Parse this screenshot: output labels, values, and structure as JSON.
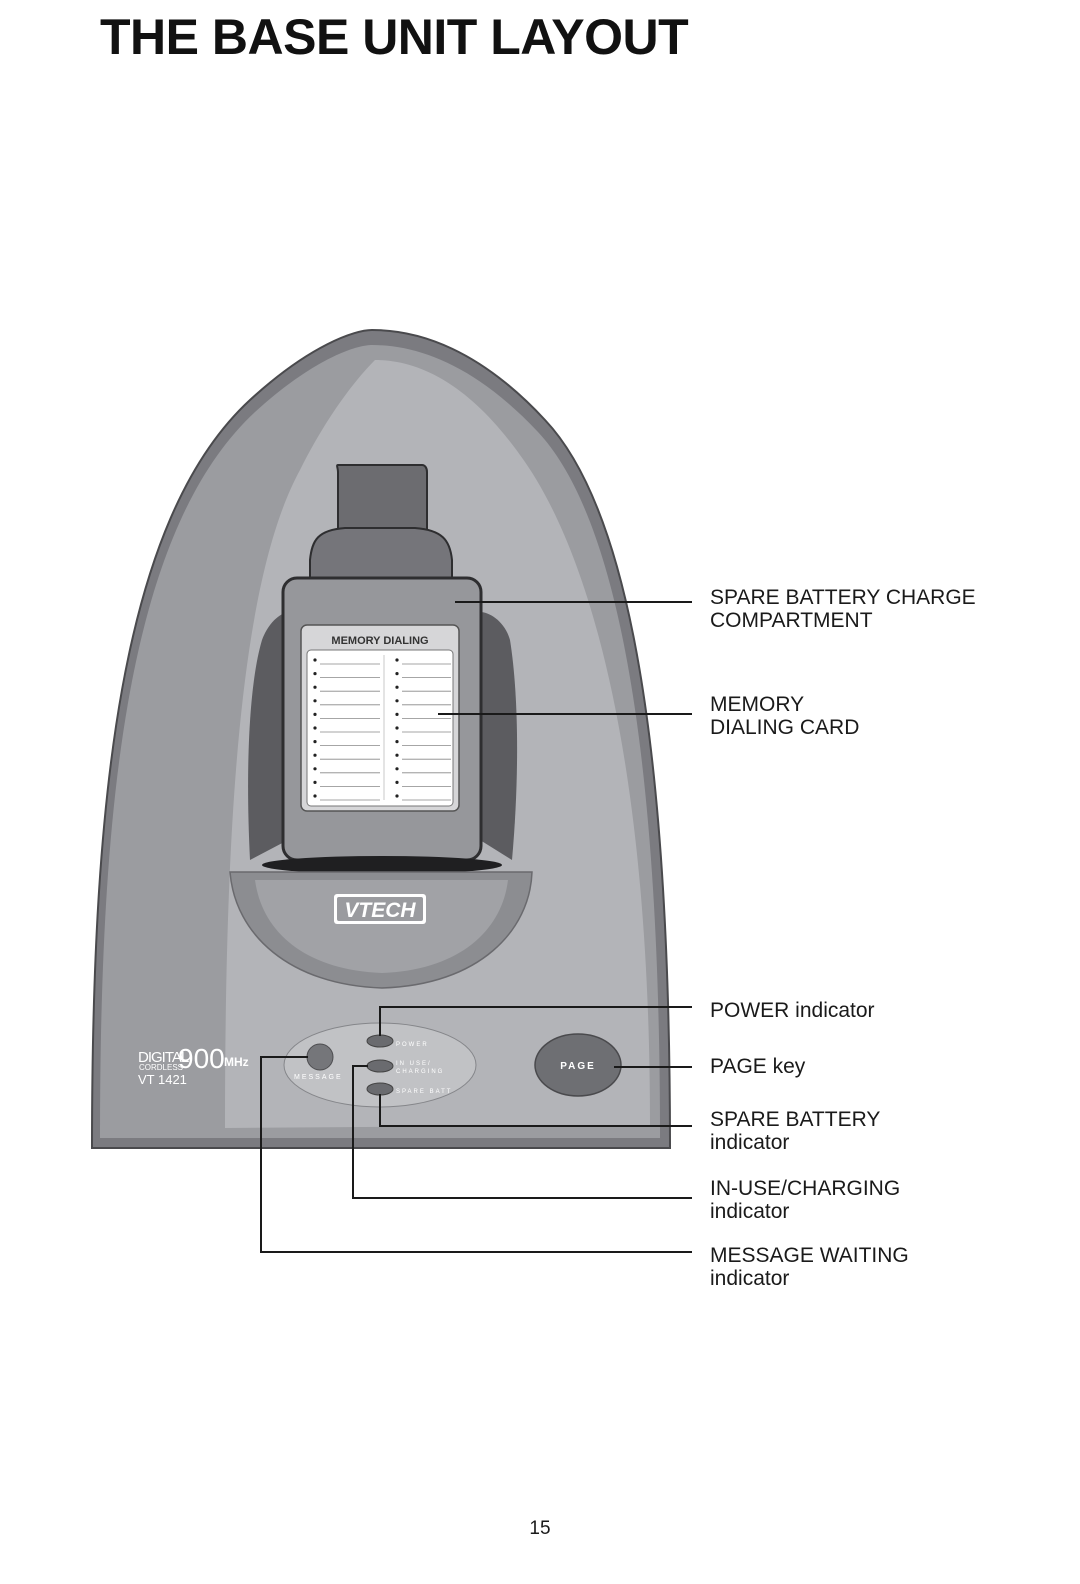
{
  "page": {
    "title": "THE BASE UNIT LAYOUT",
    "page_number": "15"
  },
  "device": {
    "card_title": "MEMORY DIALING",
    "card_rows": 11,
    "brand": "VTECH",
    "model_line1_a": "DIGITAL",
    "model_line1_b": "900",
    "model_line1_c": "MHz",
    "model_line1_small": "CORDLESS",
    "model_name": "VT 1421",
    "panel": {
      "message_label": "MESSAGE",
      "power_label": "POWER",
      "in_use_label_1": "IN USE/",
      "in_use_label_2": "CHARGING",
      "spare_batt_label": "SPARE BATT",
      "page_key_label": "PAGE"
    }
  },
  "callouts": {
    "spare_battery_compartment": {
      "line1": "SPARE BATTERY CHARGE",
      "line2": "COMPARTMENT"
    },
    "memory_dialing_card": {
      "line1": "MEMORY",
      "line2": "DIALING CARD"
    },
    "power_indicator": {
      "line1": "POWER indicator"
    },
    "page_key": {
      "line1": "PAGE key"
    },
    "spare_battery_indicator": {
      "line1": "SPARE BATTERY",
      "line2": "indicator"
    },
    "in_use_charging_indicator": {
      "line1": "IN-USE/CHARGING",
      "line2": "indicator"
    },
    "message_waiting_indicator": {
      "line1": "MESSAGE WAITING",
      "line2": "indicator"
    }
  }
}
